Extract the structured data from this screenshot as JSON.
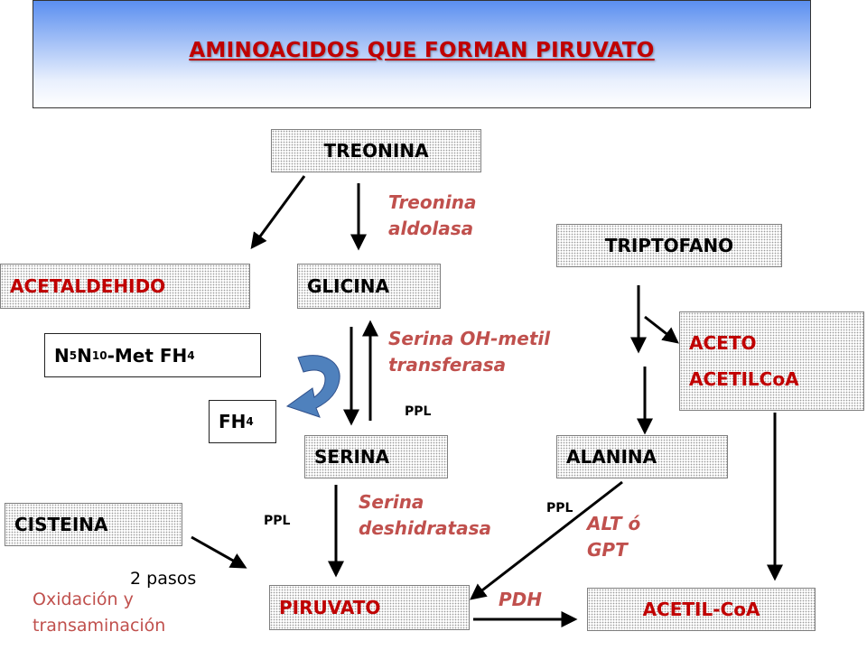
{
  "title": "AMINOACIDOS QUE FORMAN PIRUVATO",
  "nodes": {
    "treonina": "TREONINA",
    "acetaldehido": "ACETALDEHIDO",
    "glicina": "GLICINA",
    "triptofano": "TRIPTOFANO",
    "aceto": "ACETO",
    "acetilcoa_small": "ACETILCoA",
    "serina": "SERINA",
    "alanina": "ALANINA",
    "cisteina": "CISTEINA",
    "piruvato": "PIRUVATO",
    "acetil_coa": "ACETIL-CoA"
  },
  "cofactors": {
    "methyl_fh4": {
      "n1": "N",
      "s1": "5",
      "n2": "N",
      "s2": "10",
      "rest": "-Met FH",
      "sub": "4"
    },
    "fh4": {
      "main": "FH",
      "sub": "4"
    }
  },
  "enzymes": {
    "treonina_aldolasa": [
      "Treonina",
      "aldolasa"
    ],
    "serina_ohmetil": [
      "Serina OH-metil",
      "transferasa"
    ],
    "serina_deshidratasa": [
      "Serina",
      "deshidratasa"
    ],
    "alt_gpt": [
      "ALT ó",
      "GPT"
    ],
    "pdh": "PDH"
  },
  "ppl_labels": [
    "PPL",
    "PPL",
    "PPL"
  ],
  "notes": {
    "pasos": "2 pasos",
    "oxidacion": [
      "Oxidación y",
      "transaminación"
    ]
  },
  "colors": {
    "title": "#c00000",
    "enzyme_text": "#c0504d",
    "curved_arrow": "#4f81bd"
  }
}
